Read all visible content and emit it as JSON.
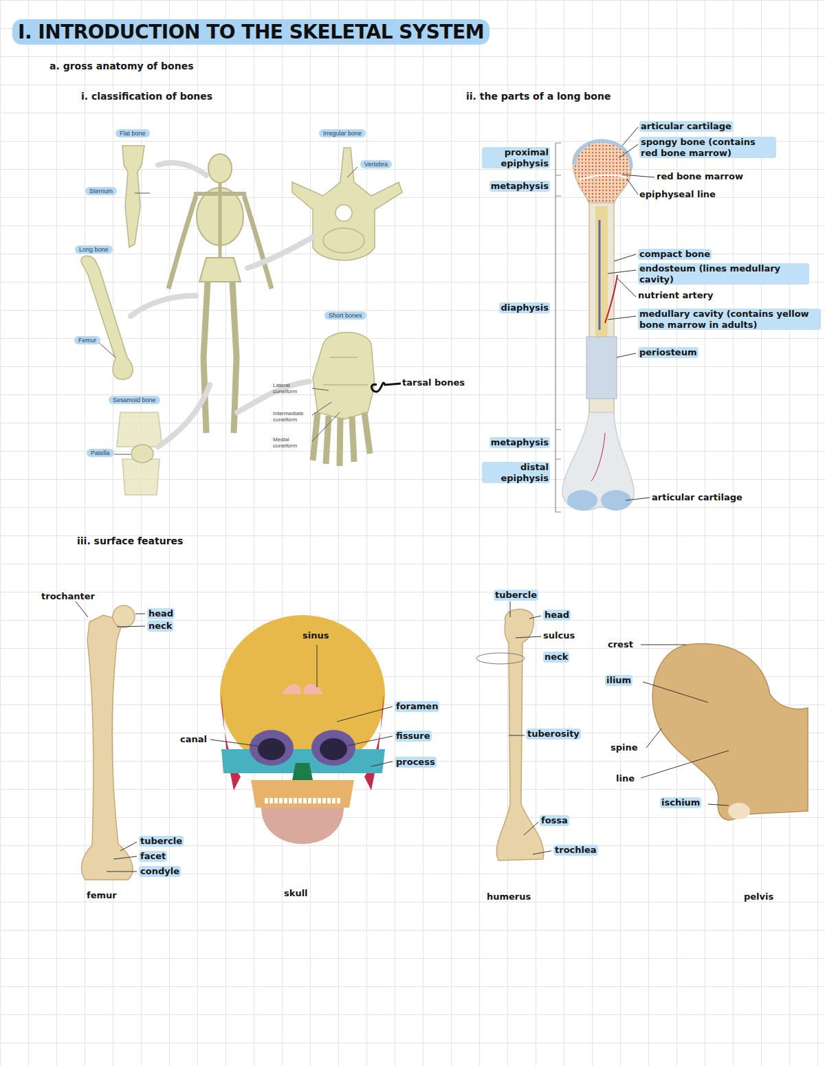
{
  "diagram": {
    "title": "I. INTRODUCTION TO THE SKELETAL SYSTEM",
    "nodes": [
      {
        "text": [
          "Flat bone"
        ]
      },
      {
        "text": [
          "Sternum"
        ]
      },
      {
        "text": [
          "Irregular bone"
        ]
      },
      {
        "text": [
          "Vertebra"
        ]
      },
      {
        "text": [
          "Long bone"
        ]
      },
      {
        "text": [
          "Femur"
        ]
      },
      {
        "text": [
          "Sesamoid bone"
        ]
      },
      {
        "text": [
          "Short bones"
        ]
      },
      {
        "text": [
          "Patella"
        ]
      }
    ],
    "labels": [
      "a. gross anatomy of bones",
      "i. classification of bones",
      "ii. the parts of a long bone",
      "tarsal bones",
      "Lateral cuneiform",
      "Intermediate cuneiform",
      "Medial cuneiform",
      "proximal epiphysis",
      "metaphysis",
      "diaphysis",
      "metaphysis",
      "distal epiphysis",
      "articular cartilage",
      "spongy bone (contains red bone marrow)",
      "red bone marrow",
      "epiphyseal line",
      "compact bone",
      "endosteum (lines medullary cavity)",
      "nutrient artery",
      "medullary cavity (contains yellow bone marrow in adults)",
      "periosteum",
      "articular cartilage",
      "iii. surface features",
      "trochanter",
      "head",
      "neck",
      "tubercle",
      "facet",
      "condyle",
      "femur",
      "sinus",
      "canal",
      "foramen",
      "fissure",
      "process",
      "skull",
      "tubercle",
      "head",
      "sulcus",
      "neck",
      "tuberosity",
      "fossa",
      "trochlea",
      "humerus",
      "crest",
      "ilium",
      "spine",
      "line",
      "ischium",
      "pelvis"
    ]
  }
}
